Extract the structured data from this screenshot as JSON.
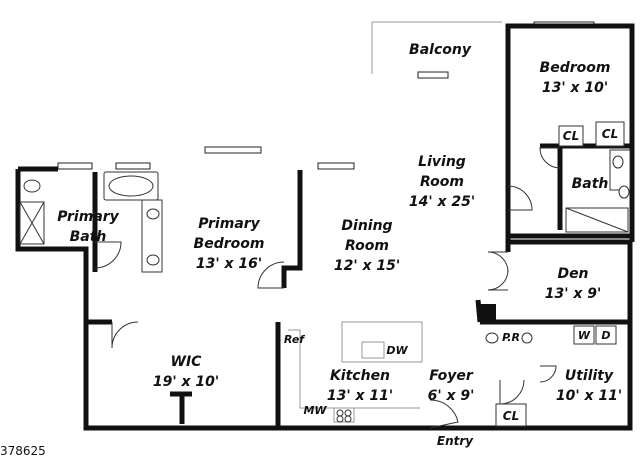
{
  "rooms": {
    "balcony": {
      "name": "Balcony"
    },
    "bedroom": {
      "name": "Bedroom",
      "dim": "13' x 10'"
    },
    "living": {
      "name": "Living",
      "name2": "Room",
      "dim": "14' x 25'"
    },
    "primary_bath": {
      "name": "Primary",
      "name2": "Bath"
    },
    "primary_bedroom": {
      "name": "Primary",
      "name2": "Bedroom",
      "dim": "13' x 16'"
    },
    "dining": {
      "name": "Dining",
      "name2": "Room",
      "dim": "12' x 15'"
    },
    "bath": {
      "name": "Bath"
    },
    "den": {
      "name": "Den",
      "dim": "13' x 9'"
    },
    "wic": {
      "name": "WIC",
      "dim": "19' x 10'"
    },
    "kitchen": {
      "name": "Kitchen",
      "dim": "13' x 11'"
    },
    "foyer": {
      "name": "Foyer",
      "dim": "6' x 9'"
    },
    "utility": {
      "name": "Utility",
      "dim": "10' x 11'"
    }
  },
  "fixtures": {
    "closet_left": "CL",
    "closet_right": "CL",
    "closet_foyer": "CL",
    "refrigerator": "Ref",
    "dishwasher": "DW",
    "microwave": "MW",
    "powder_room": "P.R",
    "washer": "W",
    "dryer": "D"
  },
  "entry": "Entry",
  "listing_id": "378625"
}
